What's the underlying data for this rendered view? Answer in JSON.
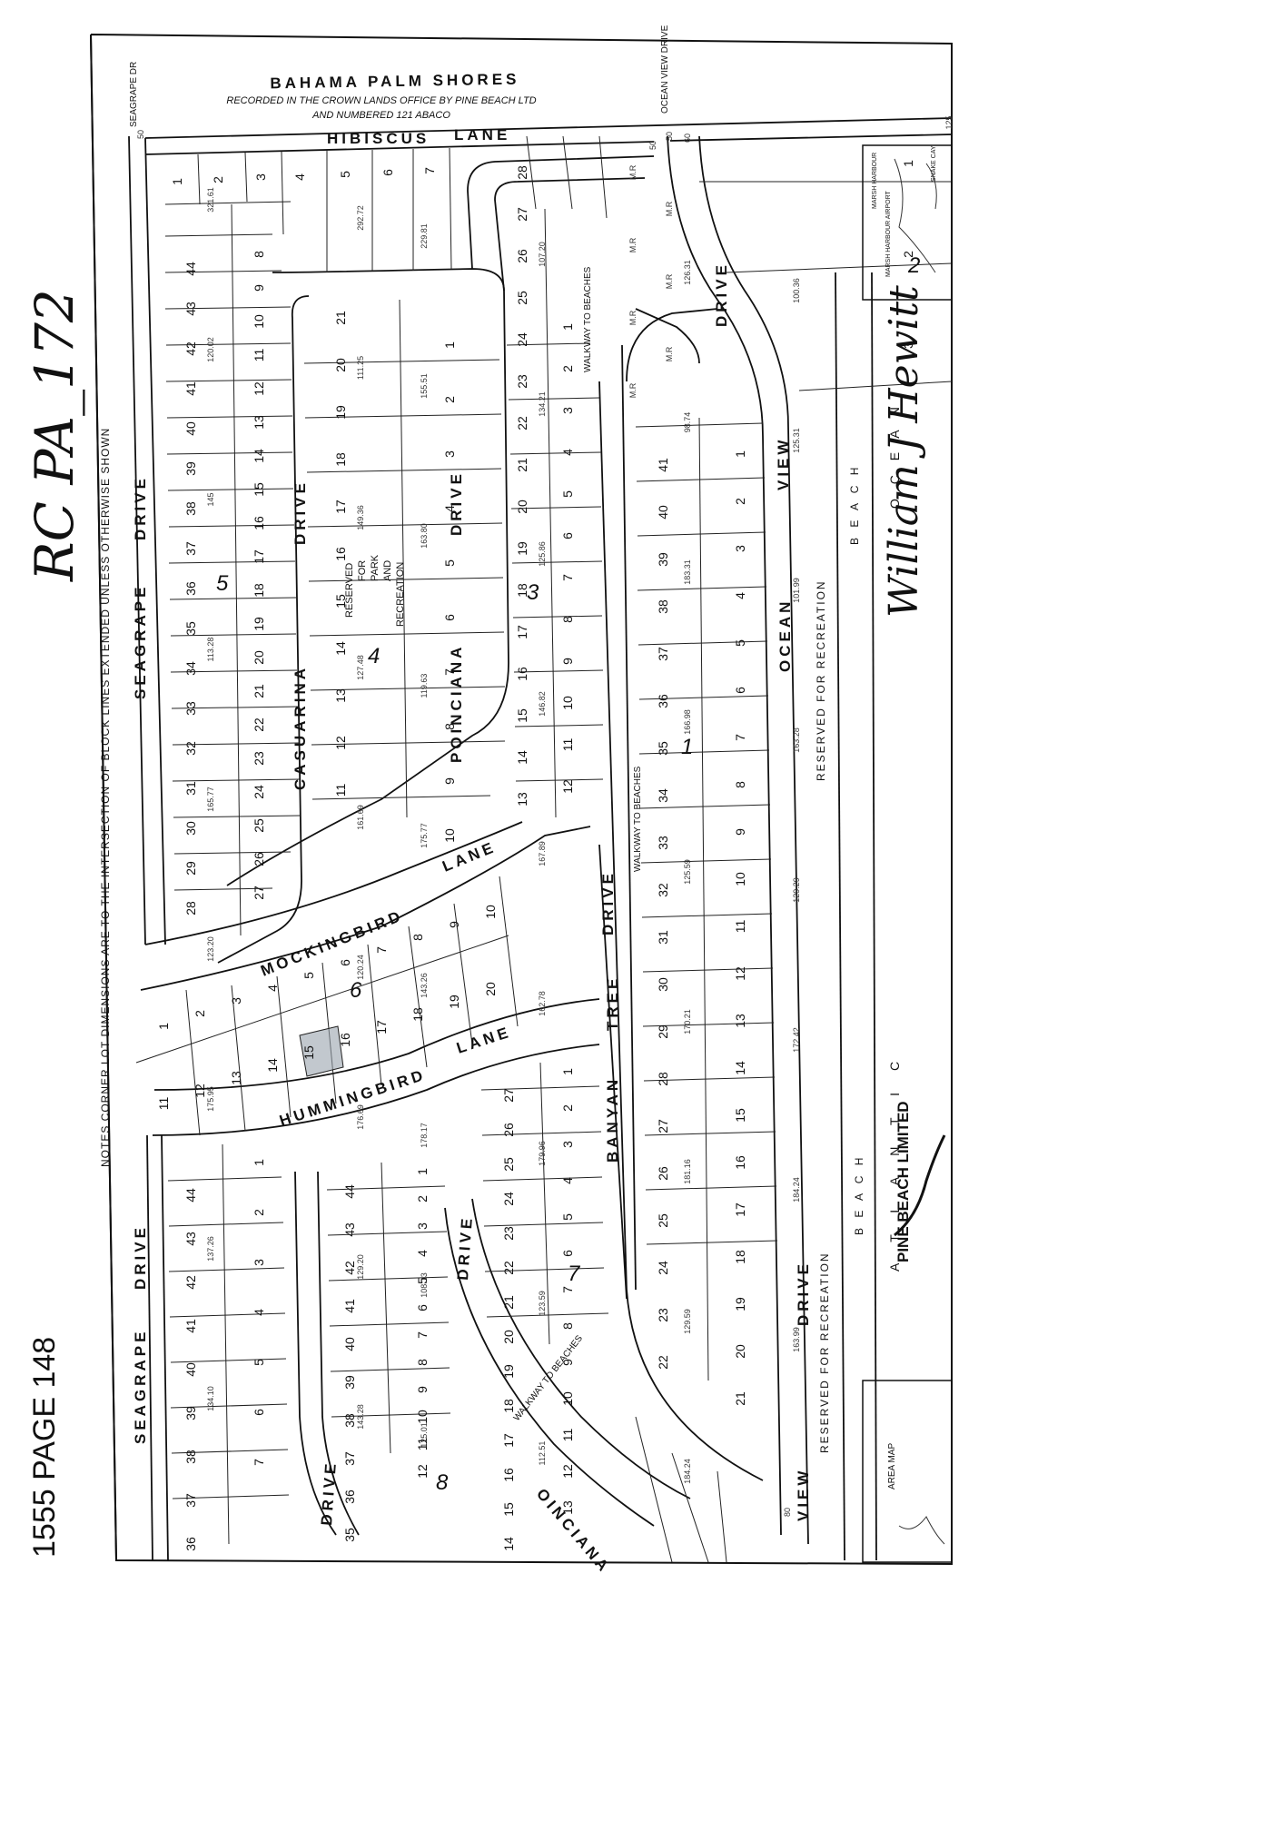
{
  "header": {
    "subdivision": "BAHAMA PALM SHORES",
    "recorded_line1": "RECORDED IN THE CROWN LANDS OFFICE BY PINE BEACH LTD",
    "recorded_line2": "AND NUMBERED 121 ABACO"
  },
  "margin": {
    "handwritten_ref": "RC PA_172",
    "book_page": "1555 PAGE 148",
    "notes": "NOTES  CORNER LOT DIMENSIONS ARE TO THE INTERSECTION OF BLOCK LINES EXTENDED UNLESS OTHERWISE SHOWN"
  },
  "roads": {
    "hibiscus": "HIBISCUS",
    "hibiscus_lane": "LANE",
    "seagrape_dr": "SEAGRAPE DR",
    "ocean_view_drive": "OCEAN VIEW DRIVE",
    "seagrape_north": "SEAGRAPE",
    "seagrape_north_drive": "DRIVE",
    "casuarina": "CASUARINA",
    "casuarina_drive": "DRIVE",
    "poinciana_north": "POINCIANA",
    "poinciana_north_drive": "DRIVE",
    "mockingbird": "MOCKINGBIRD",
    "mockingbird_lane": "LANE",
    "hummingbird": "HUMMINGBIRD",
    "hummingbird_lane": "LANE",
    "banyan": "BANYAN",
    "banyan_tree": "TREE",
    "banyan_drive": "DRIVE",
    "ocean_view_east_drive": "DRIVE",
    "ocean_view_east_view": "VIEW",
    "ocean_view_east_ocean": "OCEAN",
    "ocean_view_south_drive": "DRIVE",
    "ocean_view_south_view": "VIEW",
    "seagrape_south": "SEAGRAPE",
    "seagrape_south_drive": "DRIVE",
    "drive_block8": "DRIVE",
    "drive_block7": "DRIVE",
    "poinciana_south": "OINCIANA",
    "walkway_beaches_1": "WALKWAY TO BEACHES",
    "walkway_beaches_2": "WALKWAY TO BEACHES",
    "walkway_beaches_3": "WALKWAY TO BEACHES"
  },
  "park": {
    "line1": "RESERVED",
    "line2": "FOR",
    "line3": "PARK",
    "line4": "AND",
    "line5": "RECREATION"
  },
  "reserved": {
    "north": "RESERVED   FOR   RECREATION",
    "south": "RESERVED   FOR   RECREATION"
  },
  "beach": {
    "beach_north": "B  E  A  C  H",
    "beach_south": "B  E  A  C  H",
    "ocean": "O  C  E  A  N",
    "atlantic": "A  T  L  A  N  T  I  C"
  },
  "blocks": {
    "b1": "1",
    "b2": "2",
    "b3": "3",
    "b4": "4",
    "b5": "5",
    "b6": "6",
    "b7": "7",
    "b8": "8"
  },
  "lots": {
    "block5": [
      "1",
      "2",
      "3",
      "4",
      "5",
      "6",
      "7",
      "8",
      "9",
      "10",
      "11",
      "12",
      "13",
      "14",
      "15",
      "16",
      "17",
      "18",
      "19",
      "20",
      "21",
      "22",
      "23",
      "24",
      "25",
      "26",
      "27",
      "28",
      "29",
      "30",
      "31",
      "32",
      "33",
      "34",
      "35",
      "36",
      "37",
      "38",
      "39",
      "40",
      "41",
      "42",
      "43",
      "44"
    ],
    "block4": [
      "1",
      "2",
      "3",
      "4",
      "5",
      "6",
      "7",
      "8",
      "9",
      "10",
      "11",
      "12",
      "13",
      "14",
      "15",
      "16",
      "17",
      "18",
      "19",
      "20",
      "21"
    ],
    "block3": [
      "1",
      "2",
      "3",
      "4",
      "5",
      "6",
      "7",
      "8",
      "9",
      "10",
      "11",
      "12",
      "13",
      "14",
      "15",
      "16",
      "17",
      "18",
      "19",
      "20",
      "21",
      "22",
      "23",
      "24",
      "25",
      "26",
      "27",
      "28"
    ],
    "block1": [
      "1",
      "2",
      "3",
      "4",
      "5",
      "6",
      "7",
      "8",
      "9",
      "10",
      "11",
      "12",
      "13",
      "14",
      "15",
      "16",
      "17",
      "18",
      "19",
      "20",
      "21",
      "22",
      "23",
      "24",
      "25",
      "26",
      "27",
      "28",
      "29",
      "30",
      "31",
      "32",
      "33",
      "34",
      "35",
      "36",
      "37",
      "38",
      "39",
      "40",
      "41"
    ],
    "block6": [
      "1",
      "2",
      "3",
      "4",
      "5",
      "6",
      "7",
      "8",
      "9",
      "10",
      "11",
      "12",
      "13",
      "14",
      "15",
      "16",
      "17",
      "18",
      "19",
      "20"
    ],
    "block_sw": [
      "1",
      "2",
      "3",
      "4",
      "5",
      "6",
      "7",
      "36",
      "37",
      "38",
      "39",
      "40",
      "41",
      "42",
      "43",
      "44"
    ],
    "block8": [
      "1",
      "2",
      "3",
      "4",
      "5",
      "6",
      "7",
      "8",
      "9",
      "10",
      "11",
      "12",
      "35",
      "36",
      "37",
      "38",
      "39",
      "40",
      "41",
      "42",
      "43",
      "44"
    ],
    "block7": [
      "1",
      "2",
      "3",
      "4",
      "5",
      "6",
      "7",
      "8",
      "9",
      "10",
      "11",
      "12",
      "13",
      "14",
      "15",
      "16",
      "17",
      "18",
      "19",
      "20",
      "21",
      "22",
      "23",
      "24",
      "25",
      "26",
      "27"
    ],
    "block2": [
      "1",
      "2",
      "3"
    ]
  },
  "mr": [
    "M.R",
    "M.R",
    "M.R",
    "M.R",
    "M.R",
    "M.R",
    "M.R"
  ],
  "dimensions": [
    "321.61",
    "292.72",
    "229.81",
    "107.20",
    "126.31",
    "100.36",
    "120.02",
    "111.25",
    "155.51",
    "134.21",
    "98.74",
    "125.31",
    "145",
    "149.36",
    "163.80",
    "125.86",
    "183.31",
    "101.99",
    "113.28",
    "127.48",
    "119.63",
    "146.82",
    "166.98",
    "163.28",
    "165.77",
    "161.69",
    "175.77",
    "167.89",
    "125.59",
    "129.29",
    "123.20",
    "120.24",
    "143.26",
    "162.78",
    "170.21",
    "172.42",
    "175.95",
    "176.69",
    "178.17",
    "179.96",
    "181.16",
    "184.24",
    "137.26",
    "129.20",
    "108.13",
    "123.59",
    "129.59",
    "163.99",
    "134.10",
    "143.28",
    "125.01",
    "112.51",
    "184.24"
  ],
  "corner_marks": [
    "50",
    "50",
    "50",
    "60",
    "80",
    "125"
  ],
  "signature": "William J Hewitt",
  "stamp": "PINE BEACH LIMITED",
  "inset": {
    "title": "AREA MAP",
    "marsh_harbour": "MARSH HARBOUR",
    "airport": "MARSH HARBOUR AIRPORT",
    "snake_cay": "SNAKE CAY"
  }
}
